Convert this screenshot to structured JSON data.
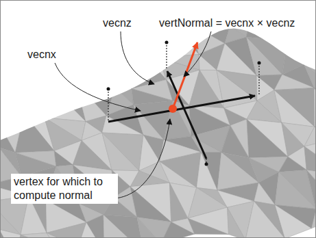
{
  "diagram": {
    "labels": [
      "vecnx",
      "vecnz",
      "vertNormal = vecnx × vecnz",
      "vertex for which to compute normal"
    ]
  }
}
